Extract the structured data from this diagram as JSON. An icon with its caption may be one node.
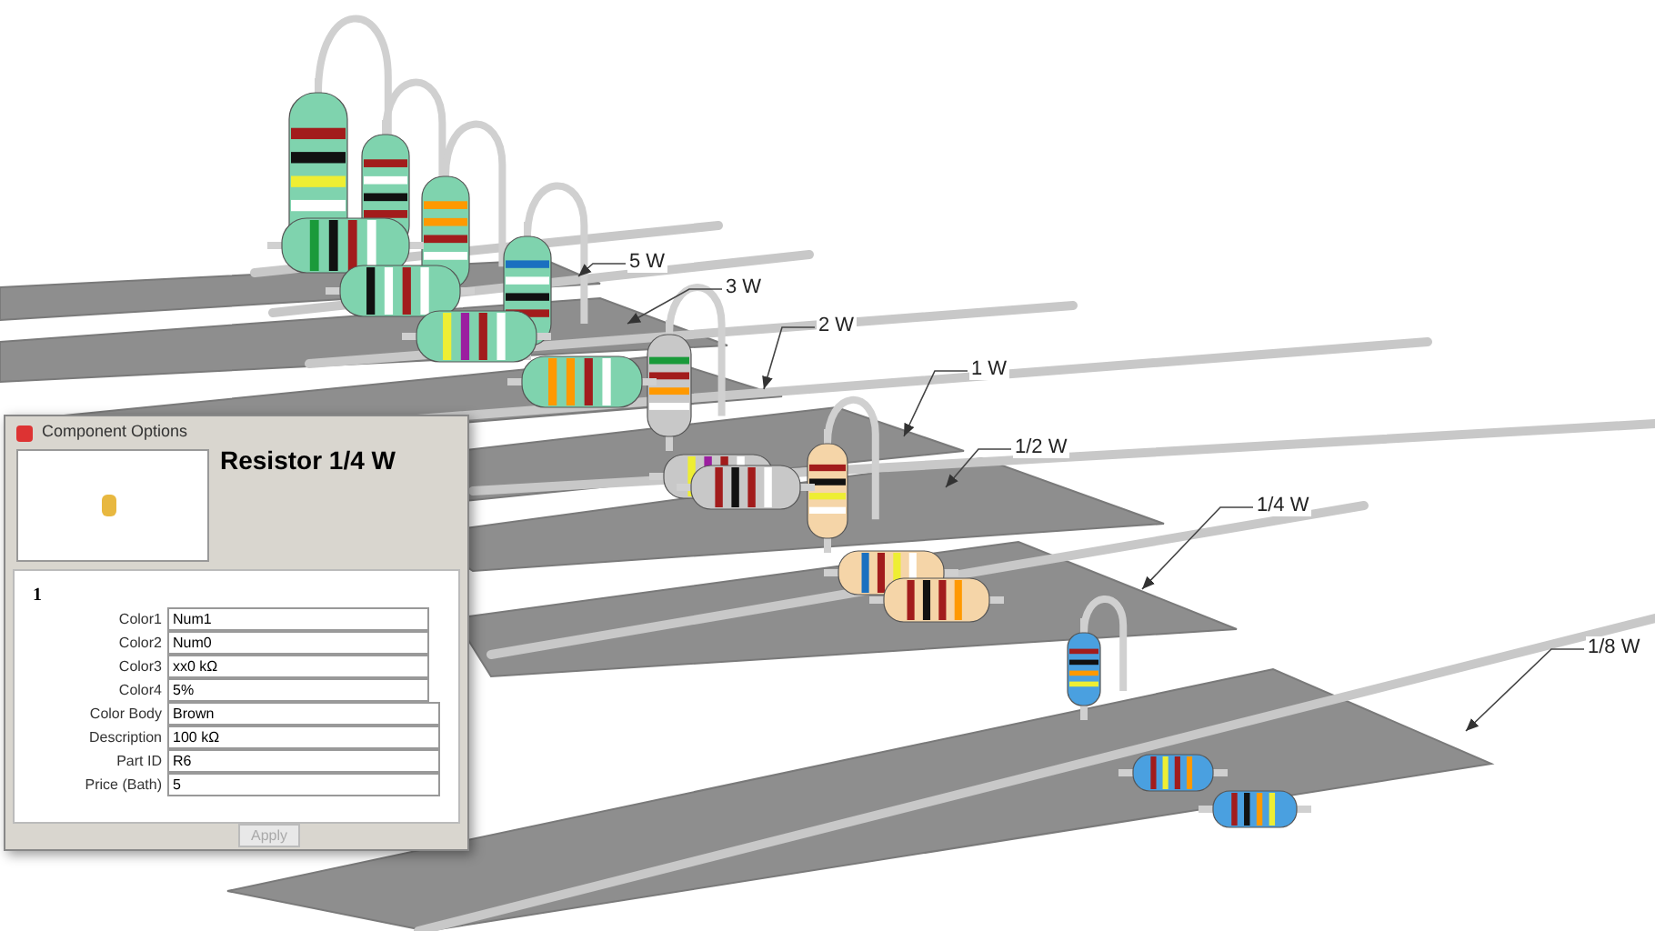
{
  "diagram": {
    "nodes": [
      {
        "text": [
          "5 W"
        ]
      },
      {
        "text": [
          "3 W"
        ]
      },
      {
        "text": [
          "2 W"
        ]
      },
      {
        "text": [
          "1 W"
        ]
      },
      {
        "text": [
          "1/2 W"
        ]
      },
      {
        "text": [
          "1/4 W"
        ]
      },
      {
        "text": [
          "1/8 W"
        ]
      },
      {
        "text": [],
        "shape": "box"
      },
      {
        "text": [],
        "shape": "box"
      },
      {
        "text": [],
        "shape": "box"
      },
      {
        "text": [],
        "shape": "box"
      },
      {
        "text": [],
        "shape": "box"
      },
      {
        "text": [],
        "shape": "box"
      },
      {
        "text": [],
        "shape": "box"
      }
    ],
    "edges": [
      {
        "from": 0,
        "to": 7,
        "arrow": "to"
      },
      {
        "from": 1,
        "to": 8,
        "arrow": "to"
      },
      {
        "from": 2,
        "to": 9,
        "arrow": "to"
      },
      {
        "from": 3,
        "to": 10,
        "arrow": "to"
      },
      {
        "from": 4,
        "to": 11,
        "arrow": "to"
      },
      {
        "from": 5,
        "to": 12,
        "arrow": "to"
      },
      {
        "from": 6,
        "to": 13,
        "arrow": "to"
      }
    ],
    "labels": [
      "Component Options",
      "Resistor 1/4 W",
      "1",
      "Color1",
      "Num1",
      "Color2",
      "Num0",
      "Color3",
      "xx0 kΩ",
      "Color4",
      "5%",
      "Color Body",
      "Brown",
      "Description",
      "100 kΩ",
      "Part ID",
      "R6",
      "Price (Bath)",
      "5",
      "Apply"
    ]
  }
}
